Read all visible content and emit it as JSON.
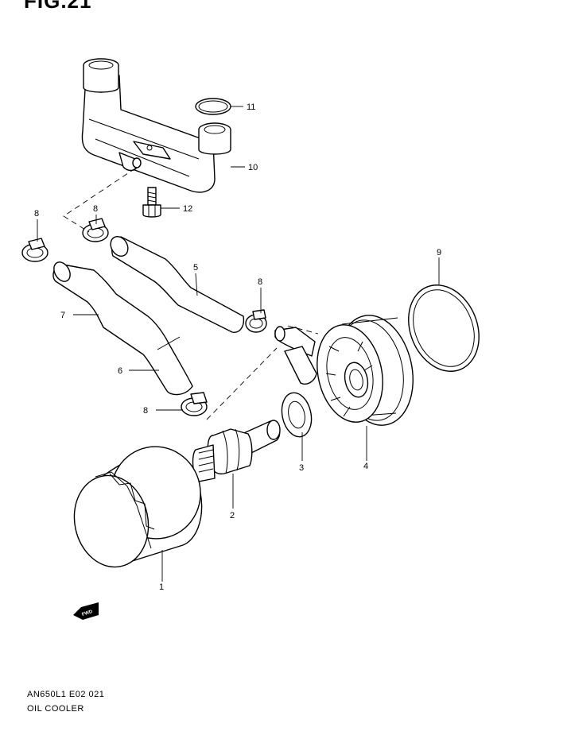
{
  "figure": {
    "title": "FIG.21"
  },
  "footer": {
    "model_code": "AN650L1 E02  021",
    "section_name": "OIL COOLER"
  },
  "direction_badge": "FWD",
  "callouts": [
    "11",
    "10",
    "12",
    "8",
    "8",
    "5",
    "9",
    "8",
    "7",
    "6",
    "8",
    "3",
    "4",
    "2",
    "1"
  ]
}
